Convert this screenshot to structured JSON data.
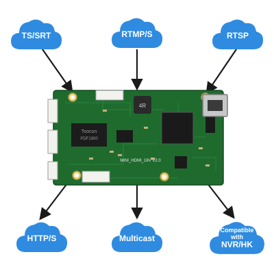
{
  "clouds": {
    "ts_srt": "TS/SRT",
    "rtmp": "RTMP/S",
    "rtsp": "RTSP",
    "http": "HTTP/S",
    "multicast": "Multicast",
    "compatible_line1": "Compatible",
    "compatible_line2": "with",
    "compatible_line3": "NVR/HK"
  },
  "board": {
    "chip_left_text": "Toocon",
    "chip_left_text2": "PDF1900",
    "chip_main_text": "",
    "model_label": "MINI_HDMI_16V  V2.0",
    "inductor_label": "4R"
  },
  "colors": {
    "cloud": "#2f8be0",
    "board": "#1f6b2e",
    "arrow": "#1a1a1a"
  }
}
